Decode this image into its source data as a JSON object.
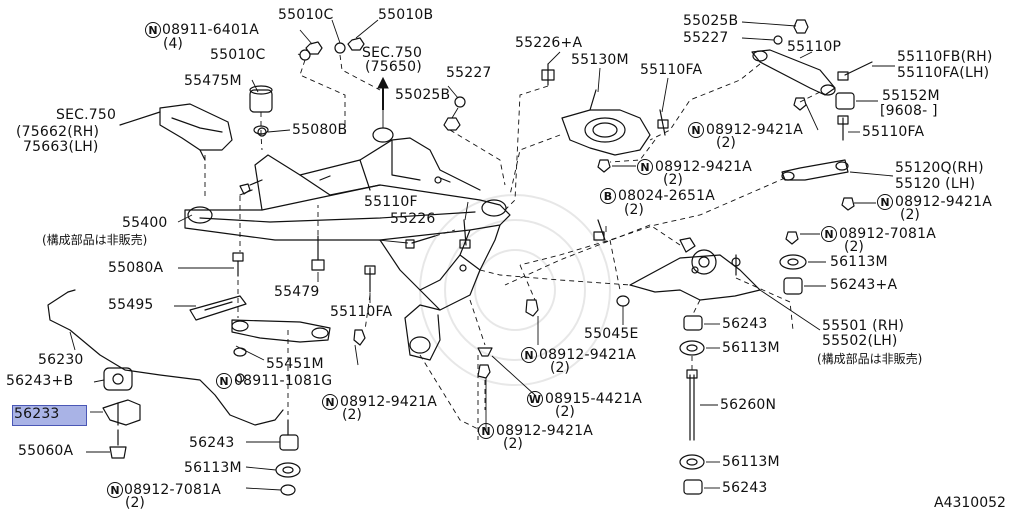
{
  "diagram": {
    "figure_number": "A4310052",
    "highlighted_part": "56233",
    "prefix_symbols": [
      "N",
      "B",
      "W"
    ],
    "labels": {
      "p55010C_a": "55010C",
      "p55010B": "55010B",
      "n08911_6401A": "08911-6401A",
      "q4": "(4)",
      "p55010C_b": "55010C",
      "sec750_top": "SEC.750",
      "sec750_top_sub": "(75650)",
      "p55475M": "55475M",
      "p55227_a": "55227",
      "p55025B_a": "55025B",
      "p55080B": "55080B",
      "sec750_left": "SEC.750",
      "p75662": "(75662(RH)",
      "p75663": "75663(LH)",
      "p55400": "55400",
      "note_not_sold_1": "(構成部品は非販売)",
      "p55080A": "55080A",
      "p55479": "55479",
      "p55495": "55495",
      "p55110F": "55110F",
      "p55226_a": "55226",
      "p55110FA_a": "55110FA",
      "p55451M": "55451M",
      "p56230": "56230",
      "p56243B": "56243+B",
      "n08911_1081G": "08911-1081G",
      "p56233": "56233",
      "p55060A": "55060A",
      "n08912_9421A_a": "08912-9421A",
      "q2_a": "(2)",
      "p56243_a": "56243",
      "p56113M_a": "56113M",
      "n08912_7081A_a": "08912-7081A",
      "q2_b": "(2)",
      "p55226A": "55226+A",
      "p55130M": "55130M",
      "p55110FA_b": "55110FA",
      "p55025B_b": "55025B",
      "p55227_b": "55227",
      "p55110P": "55110P",
      "p55110FB": "55110FB(RH)",
      "p55110FA_lh": "55110FA(LH)",
      "p55152M": "55152M",
      "p9608": "[9608-        ]",
      "n08912_9421A_b": "08912-9421A",
      "q2_c": "(2)",
      "p55110FA_c": "55110FA",
      "n08912_9421A_c": "08912-9421A",
      "q2_d": "(2)",
      "p55120Q": "55120Q(RH)",
      "p55120": "55120  (LH)",
      "b08024_2651A": "08024-2651A",
      "q2_e": "(2)",
      "n08912_9421A_d": "08912-9421A",
      "q2_f": "(2)",
      "n08912_7081A_b": "08912-7081A",
      "q2_g": "(2)",
      "p56113M_b": "56113M",
      "p56243A": "56243+A",
      "p55045E": "55045E",
      "p56243_b": "56243",
      "p55501": "55501 (RH)",
      "p55502": "55502(LH)",
      "note_not_sold_2": "(構成部品は非販売)",
      "p56113M_c": "56113M",
      "n08912_9421A_e": "08912-9421A",
      "q2_h": "(2)",
      "w08915_4421A": "08915-4421A",
      "q2_i": "(2)",
      "n08912_9421A_f": "08912-9421A",
      "q2_j": "(2)",
      "p56260N": "56260N",
      "p56113M_d": "56113M",
      "p56243_c": "56243"
    }
  }
}
